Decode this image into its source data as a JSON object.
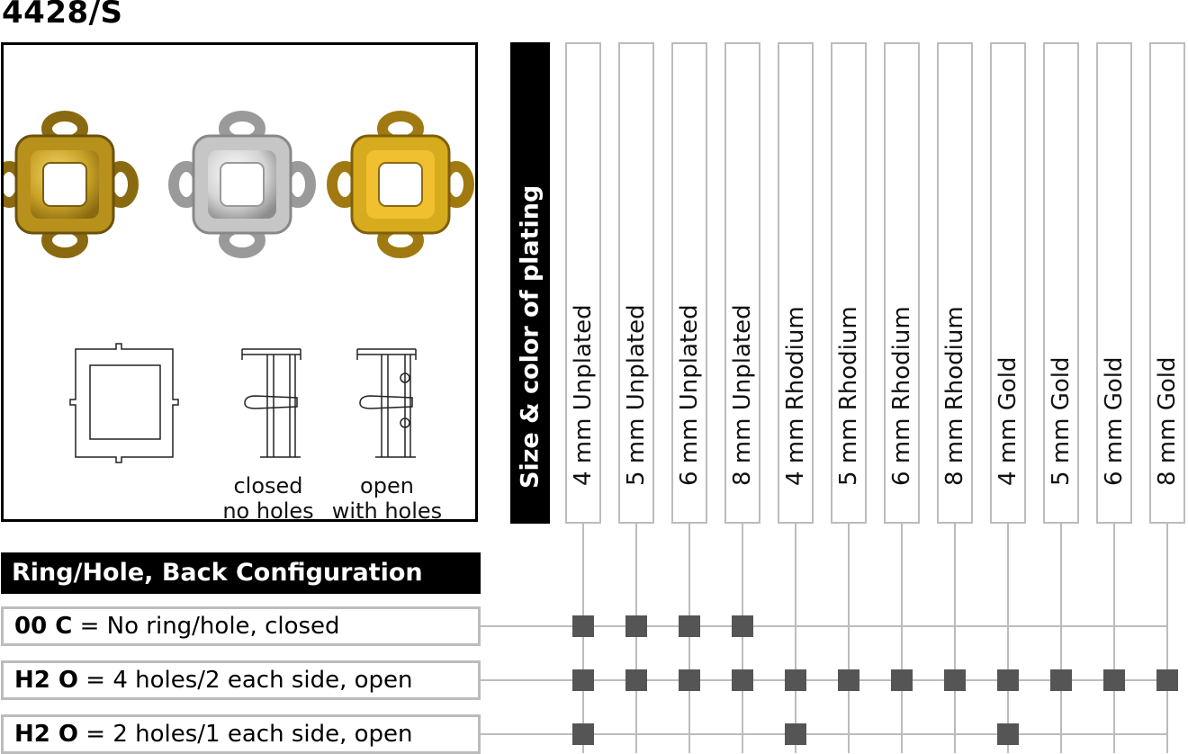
{
  "title": "4428/S",
  "captions": {
    "closed_line1": "closed",
    "closed_line2": "no holes",
    "open_line1": "open",
    "open_line2": "with holes"
  },
  "plating_header": "Size & color of plating",
  "columns": [
    "4 mm Unplated",
    "5 mm Unplated",
    "6 mm Unplated",
    "8 mm Unplated",
    "4 mm Rhodium",
    "5 mm Rhodium",
    "6 mm Rhodium",
    "8 mm Rhodium",
    "4 mm Gold",
    "5 mm Gold",
    "6 mm Gold",
    "8 mm Gold"
  ],
  "config_header": "Ring/Hole, Back Configuration",
  "configs": [
    {
      "code": "00 C",
      "eq": " = ",
      "desc": "No ring/hole, closed"
    },
    {
      "code": "H2 O",
      "eq": " = ",
      "desc": "4 holes/2 each side, open"
    },
    {
      "code": "H2 O",
      "eq": " = ",
      "desc": "2 holes/1 each side, open"
    }
  ],
  "availability": [
    [
      1,
      1,
      1,
      1,
      0,
      0,
      0,
      0,
      0,
      0,
      0,
      0
    ],
    [
      1,
      1,
      1,
      1,
      1,
      1,
      1,
      1,
      1,
      1,
      1,
      1
    ],
    [
      1,
      0,
      0,
      0,
      1,
      0,
      0,
      0,
      1,
      0,
      0,
      0
    ]
  ],
  "colors": {
    "gold": "#c9a227",
    "silver": "#d8d8d8",
    "line": "#bcbcbc",
    "marker": "#555555"
  }
}
